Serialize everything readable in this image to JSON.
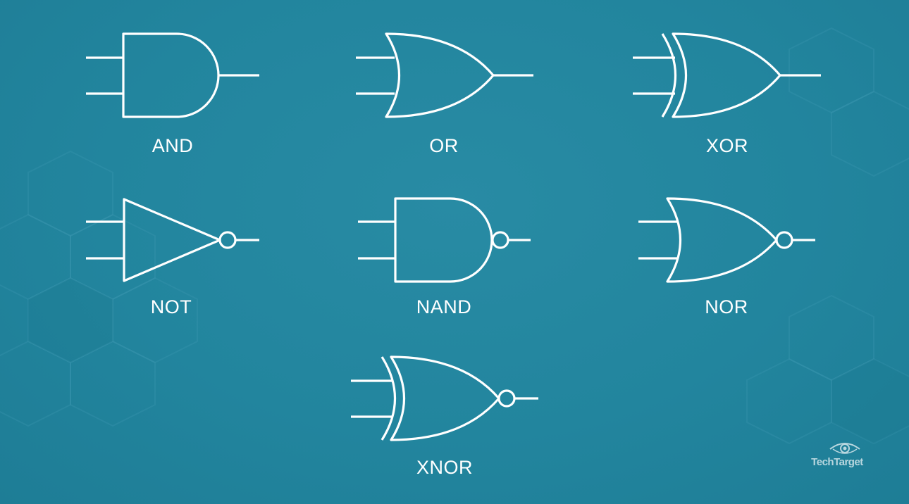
{
  "diagram": {
    "gates": [
      {
        "id": "and",
        "label": "AND"
      },
      {
        "id": "or",
        "label": "OR"
      },
      {
        "id": "xor",
        "label": "XOR"
      },
      {
        "id": "not",
        "label": "NOT"
      },
      {
        "id": "nand",
        "label": "NAND"
      },
      {
        "id": "nor",
        "label": "NOR"
      },
      {
        "id": "xnor",
        "label": "XNOR"
      }
    ]
  },
  "branding": {
    "logo_text": "TechTarget"
  },
  "colors": {
    "background": "#23869f",
    "stroke": "#ffffff"
  }
}
